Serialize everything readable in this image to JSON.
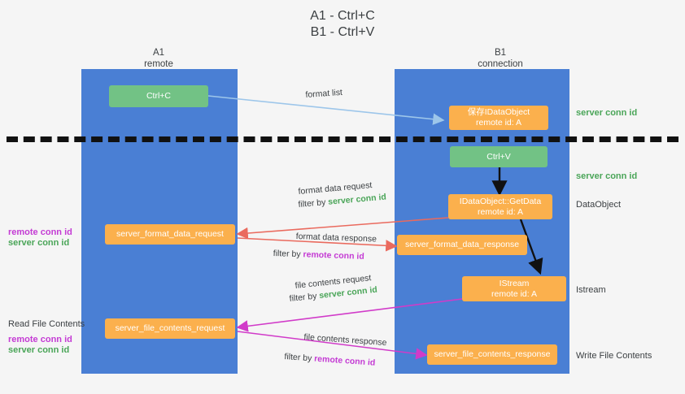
{
  "title": {
    "line1": "A1 - Ctrl+C",
    "line2": "B1 - Ctrl+V"
  },
  "lanes": [
    {
      "name": "A1",
      "role": "remote"
    },
    {
      "name": "B1",
      "role": "connection"
    }
  ],
  "nodes": {
    "ctrl_c": {
      "label": "Ctrl+C"
    },
    "clipboard_data_object": {
      "line1": "保存IDataObject",
      "line2": "remote id: A"
    },
    "ctrl_v": {
      "label": "Ctrl+V"
    },
    "get_data": {
      "line1": "IDataObject::GetData",
      "line2": "remote id: A"
    },
    "format_data_request": {
      "label": "server_format_data_request"
    },
    "format_data_response": {
      "label": "server_format_data_response"
    },
    "istream": {
      "line1": "IStream",
      "line2": "remote id: A"
    },
    "file_contents_request": {
      "label": "server_file_contents_request"
    },
    "file_contents_response": {
      "label": "server_file_contents_response"
    }
  },
  "side_labels": {
    "server_conn_id_top": "server conn id",
    "server_conn_id_mid": "server conn id",
    "data_object": "DataObject",
    "istream": "Istream",
    "write_file_contents": "Write File Contents",
    "read_file_contents": "Read File Contents",
    "remote_conn_id": "remote conn id",
    "server_conn_id": "server conn id"
  },
  "arrow_labels": {
    "format_list": "format list",
    "format_data_request": "format data request",
    "format_data_request_filter_prefix": "filter by ",
    "format_data_request_filter_value": "server conn id",
    "format_data_response": "format data response",
    "format_data_response_filter_prefix": "filter by ",
    "format_data_response_filter_value": "remote conn id",
    "file_contents_request": "file contents request",
    "file_contents_request_filter_prefix": "filter by ",
    "file_contents_request_filter_value": "server conn id",
    "file_contents_response": "file contents response",
    "file_contents_response_filter_prefix": "filter by ",
    "file_contents_response_filter_value": "remote conn id"
  },
  "colors": {
    "lane": "#4a7fd4",
    "green_node": "#72c285",
    "orange_node": "#fbb04d",
    "arrow_blue": "#9dc6ea",
    "arrow_red": "#ea6a5e",
    "arrow_magenta": "#d13bc9",
    "arrow_black": "#111111",
    "text_green": "#4aa558",
    "text_magenta": "#c43bd4",
    "background": "#f5f5f5"
  }
}
